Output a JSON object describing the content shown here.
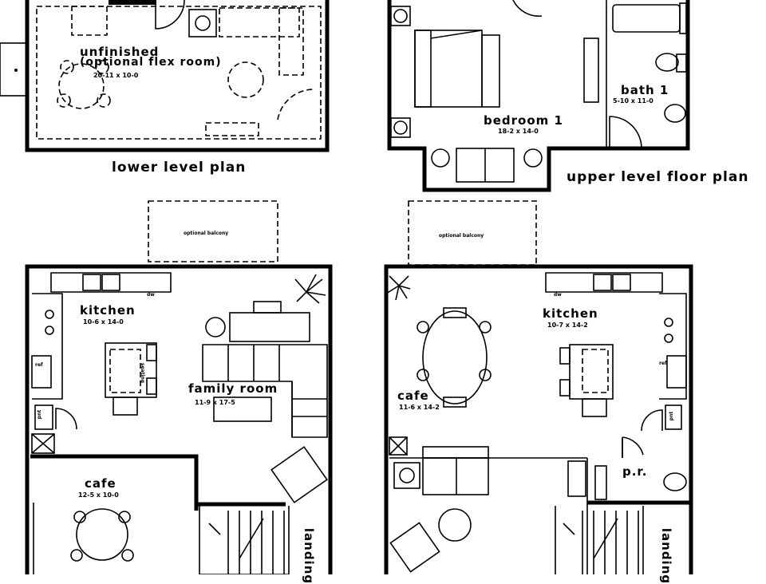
{
  "plan_titles": {
    "lower": "lower level plan",
    "upper": "upper level floor plan"
  },
  "lower_level": {
    "room_name": "unfinished",
    "room_note": "(optional flex room)",
    "room_dim": "20-11 x 10-0"
  },
  "upper_level": {
    "bedroom_name": "bedroom 1",
    "bedroom_dim": "18-2 x 14-0",
    "bath_name": "bath 1",
    "bath_dim": "5-10 x 11-0"
  },
  "main_left": {
    "balcony": "optional balcony",
    "kitchen_name": "kitchen",
    "kitchen_dim": "10-6 x 14-0",
    "family_name": "family room",
    "family_dim": "11-9 x 17-5",
    "cafe_name": "cafe",
    "cafe_dim": "12-5 x 10-0",
    "fridge": "ref",
    "pantry": "pnt",
    "dw": "dw",
    "island_label": "seating",
    "landing": "landing"
  },
  "main_right": {
    "balcony": "optional balcony",
    "kitchen_name": "kitchen",
    "kitchen_dim": "10-7 x 14-2",
    "cafe_name": "cafe",
    "cafe_dim": "11-6 x 14-2",
    "powder_name": "p.r.",
    "fridge": "ref",
    "pantry": "pnt",
    "dw": "dw",
    "landing": "landing"
  }
}
